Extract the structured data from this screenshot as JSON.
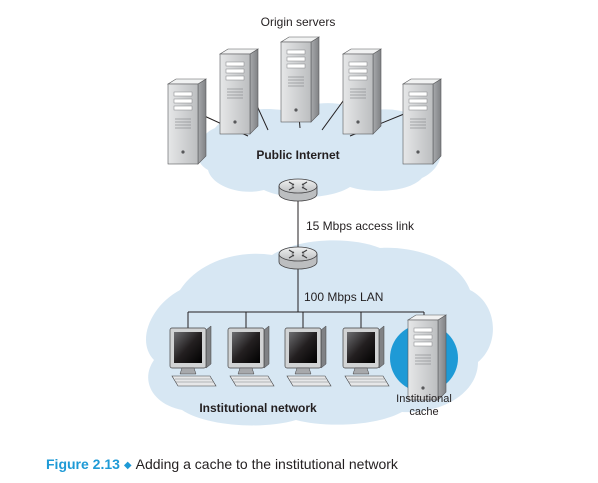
{
  "figure": {
    "labels": {
      "origin_servers": "Origin servers",
      "public_internet": "Public Internet",
      "access_link": "15 Mbps access link",
      "lan": "100 Mbps LAN",
      "institutional_network": "Institutional network",
      "cache_line1": "Institutional",
      "cache_line2": "cache"
    },
    "colors": {
      "cloud_fill": "#d7e7f3",
      "cache_highlight": "#1e9ad6",
      "caption_accent": "#1e9ad6",
      "line": "#231f20"
    }
  },
  "caption": {
    "number": "Figure 2.13",
    "separator": "◆",
    "text": "Adding a cache to the institutional network"
  }
}
